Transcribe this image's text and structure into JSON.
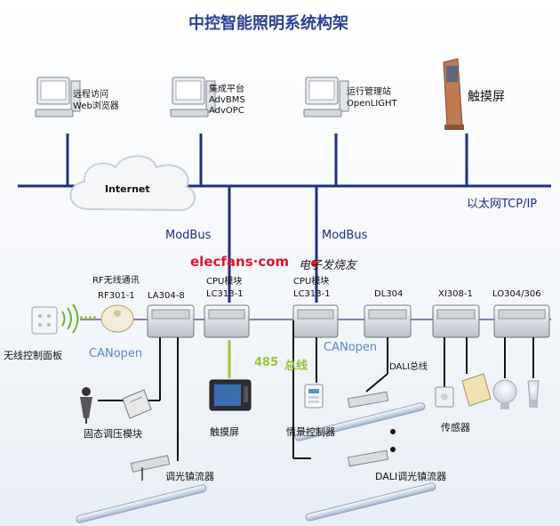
{
  "title": "中控智能照明系统构架",
  "top_nodes": {
    "remote": {
      "line1": "远程访问",
      "line2": "Web浏览器"
    },
    "integration": {
      "line1": "集成平台",
      "line2": "AdvBMS",
      "line3": "AdvOPC"
    },
    "ops": {
      "line1": "运行管理站",
      "line2": "OpenLIGHT"
    },
    "touch_top": "触摸屏"
  },
  "network": {
    "internet": "Internet",
    "ethernet": "以太网TCP/IP",
    "modbus_left": "ModBus",
    "modbus_right": "ModBus"
  },
  "watermark": {
    "brand": "elecfans·com",
    "cn": "电子发烧友"
  },
  "modules": {
    "rf_title": "RF无线通讯",
    "rf301": "RF301-1",
    "la304": "LA304-8",
    "cpu_left_title": "CPU模块",
    "cpu_left": "LC313-1",
    "cpu_right_title": "CPU模块",
    "cpu_right": "LC313-1",
    "dl304": "DL304",
    "xi308": "XI308-1",
    "lo304": "LO304/306"
  },
  "bus": {
    "canopen_left": "CANopen",
    "canopen_right": "CANopen",
    "rs485": "485",
    "rs485_suffix": "总线",
    "dali": "DALI总线"
  },
  "devices": {
    "wireless_panel": "无线控制面板",
    "dimmer_module": "固态调压模块",
    "touch_bottom": "触摸屏",
    "scene_panel": "情景控制器",
    "sensor": "传感器",
    "ballast_left": "调光镇流器",
    "ballast_dali": "DALI调光镇流器"
  },
  "colors": {
    "title": "#2b3f9a",
    "bus_line": "#1f2f86",
    "canopen": "#5a88c8",
    "rs485": "#9ac53a",
    "watermark": "#e0162b"
  }
}
